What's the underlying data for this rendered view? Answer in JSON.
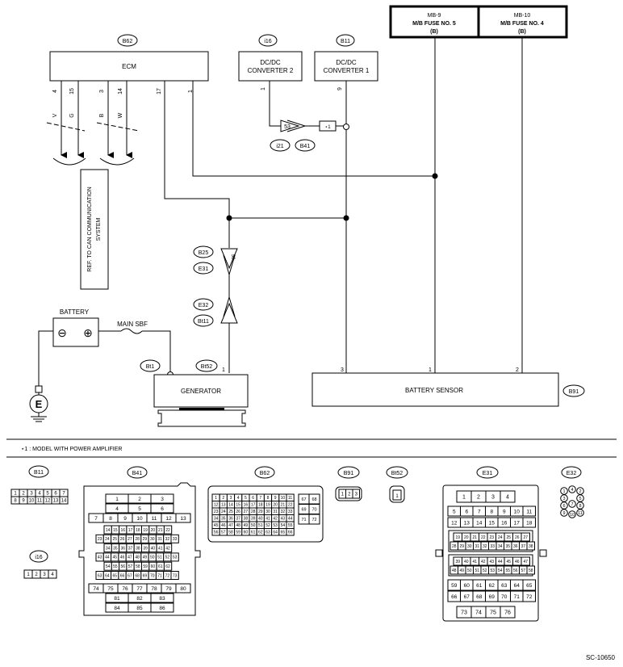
{
  "components": {
    "ecm": {
      "ref": "B62",
      "label": "ECM",
      "pins": [
        "4",
        "15",
        "3",
        "14",
        "17",
        "1"
      ],
      "wire_colors": [
        "V",
        "G",
        "B",
        "W"
      ]
    },
    "dcdc2": {
      "ref": "i16",
      "label_l1": "DC/DC",
      "label_l2": "CONVERTER 2",
      "pin": "1"
    },
    "dcdc1": {
      "ref": "B11",
      "label_l1": "DC/DC",
      "label_l2": "CONVERTER 1",
      "pin": "9"
    },
    "fuse_mb9": {
      "l1": "MB-9",
      "l2": "M/B FUSE NO. 5",
      "l3": "(B)"
    },
    "fuse_mb10": {
      "l1": "MB-10",
      "l2": "M/B FUSE NO. 4",
      "l3": "(B)"
    },
    "conn53": {
      "pin": "53",
      "ref_a": "i21",
      "ref_b": "B41"
    },
    "star_box": "⋆1",
    "can_ref": [
      "REF. TO CAN COMMUNICATION",
      "SYSTEM"
    ],
    "conn_b25_e31": {
      "ref_a": "B25",
      "ref_b": "E31",
      "pin": "50"
    },
    "conn_e32_bt11": {
      "ref_a": "E32",
      "ref_b": "Bt11"
    },
    "battery": {
      "label": "BATTERY",
      "minus": "⊖",
      "plus": "⊕"
    },
    "main_sbf": "MAIN SBF",
    "ground": "E",
    "generator": {
      "label": "GENERATOR",
      "ref_a": "Bt1",
      "ref_b": "Bt52",
      "pin": "1"
    },
    "battery_sensor": {
      "label": "BATTERY SENSOR",
      "ref": "B91",
      "pins": [
        "3",
        "1",
        "2"
      ]
    }
  },
  "footnote": "⋆1 : MODEL WITH POWER AMPLIFIER",
  "connectors": {
    "b11": {
      "ref": "B11",
      "rows": [
        [
          "1",
          "2",
          "3",
          "4",
          "5",
          "6",
          "7"
        ],
        [
          "8",
          "9",
          "10",
          "11",
          "12",
          "13",
          "14"
        ]
      ]
    },
    "i16": {
      "ref": "i16",
      "pins": [
        "1",
        "2",
        "3",
        "4"
      ]
    },
    "b41": {
      "ref": "B41",
      "top_rows": [
        [
          "1",
          "2",
          "3"
        ],
        [
          "4",
          "5",
          "6"
        ],
        [
          "7",
          "8",
          "9",
          "10",
          "11",
          "12",
          "13"
        ]
      ],
      "mid_rows": [
        [
          "14",
          "15",
          "16",
          "17",
          "18",
          "19",
          "20",
          "21",
          "22"
        ],
        [
          "23",
          "24",
          "25",
          "26",
          "27",
          "28",
          "29",
          "30",
          "31",
          "32",
          "33"
        ],
        [
          "34",
          "35",
          "36",
          "37",
          "38",
          "39",
          "40",
          "41",
          "42"
        ],
        [
          "43",
          "44",
          "45",
          "46",
          "47",
          "48",
          "49",
          "50",
          "51",
          "52",
          "53"
        ],
        [
          "54",
          "55",
          "56",
          "57",
          "58",
          "59",
          "60",
          "61",
          "62"
        ],
        [
          "63",
          "64",
          "65",
          "66",
          "67",
          "68",
          "69",
          "70",
          "71",
          "72",
          "73"
        ]
      ],
      "bot_rows": [
        [
          "74",
          "75",
          "76",
          "77",
          "78",
          "79",
          "80"
        ],
        [
          "81",
          "82",
          "83"
        ],
        [
          "84",
          "85",
          "86"
        ]
      ]
    },
    "b62": {
      "ref": "B62",
      "rows": [
        [
          "1",
          "2",
          "3",
          "4",
          "5",
          "6",
          "7",
          "8",
          "9",
          "10",
          "11"
        ],
        [
          "12",
          "13",
          "14",
          "15",
          "16",
          "17",
          "18",
          "19",
          "20",
          "21",
          "22"
        ],
        [
          "23",
          "24",
          "25",
          "26",
          "27",
          "28",
          "29",
          "30",
          "31",
          "32",
          "33"
        ],
        [
          "34",
          "35",
          "36",
          "37",
          "38",
          "39",
          "40",
          "41",
          "42",
          "43",
          "44"
        ],
        [
          "45",
          "46",
          "47",
          "48",
          "49",
          "50",
          "51",
          "52",
          "53",
          "54",
          "55"
        ],
        [
          "56",
          "57",
          "58",
          "59",
          "60",
          "61",
          "62",
          "63",
          "64",
          "65",
          "66"
        ]
      ],
      "side": [
        [
          "67",
          "68"
        ],
        [
          "69",
          "70"
        ],
        [
          "71",
          "72"
        ]
      ]
    },
    "b91": {
      "ref": "B91",
      "pins": [
        "1",
        "2",
        "3"
      ]
    },
    "bt52": {
      "ref": "Bt52",
      "pin": "1"
    },
    "e31": {
      "ref": "E31",
      "r1": [
        "1",
        "2",
        "3",
        "4"
      ],
      "r2": [
        "5",
        "6",
        "7",
        "8",
        "9",
        "10",
        "11"
      ],
      "r3": [
        "12",
        "13",
        "14",
        "15",
        "16",
        "17",
        "18"
      ],
      "r4": [
        "19",
        "20",
        "21",
        "22",
        "23",
        "24",
        "25",
        "26",
        "27"
      ],
      "r5": [
        "28",
        "29",
        "30",
        "31",
        "32",
        "33",
        "34",
        "35",
        "36",
        "37",
        "38"
      ],
      "r6": [
        "39",
        "40",
        "41",
        "42",
        "43",
        "44",
        "45",
        "46",
        "47"
      ],
      "r7": [
        "48",
        "49",
        "50",
        "51",
        "52",
        "53",
        "54",
        "55",
        "56",
        "57",
        "58"
      ],
      "r8": [
        "59",
        "60",
        "61",
        "62",
        "63",
        "64",
        "65"
      ],
      "r9": [
        "66",
        "67",
        "68",
        "69",
        "70",
        "71",
        "72"
      ],
      "r10": [
        "73",
        "74",
        "75",
        "76"
      ]
    },
    "e32": {
      "ref": "E32",
      "circles": [
        [
          "1",
          "4",
          "2"
        ],
        [
          "3",
          "5"
        ],
        [
          "6",
          "7",
          "8"
        ],
        [
          "9",
          "10",
          "11"
        ]
      ]
    }
  },
  "doc_code": "SC-10650"
}
